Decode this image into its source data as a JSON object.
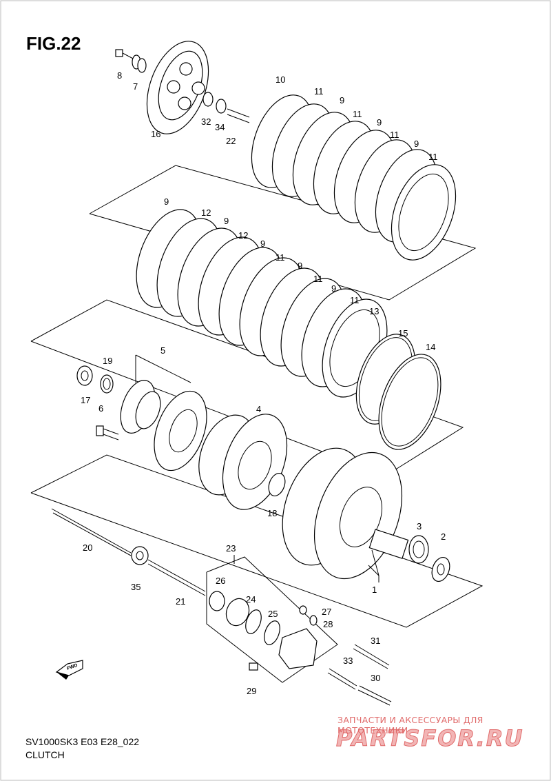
{
  "figure": {
    "title": "FIG.22",
    "model_code": "SV1000SK3 E03 E28_022",
    "group_name": "CLUTCH"
  },
  "watermark": {
    "tagline": "ЗАПЧАСТИ И АКСЕССУАРЫ ДЛЯ МОТОТЕХНИКИ",
    "brand": "PARTSFOR.RU",
    "color": "#e06a6a"
  },
  "fwd_badge": "FWD",
  "callouts": {
    "c1": "1",
    "c2": "2",
    "c3": "3",
    "c4": "4",
    "c5": "5",
    "c6": "6",
    "c7": "7",
    "c8": "8",
    "c9a": "9",
    "c9b": "9",
    "c9c": "9",
    "c9d": "9",
    "c9e": "9",
    "c9f": "9",
    "c9g": "9",
    "c9h": "9",
    "c10": "10",
    "c11a": "11",
    "c11b": "11",
    "c11c": "11",
    "c11d": "11",
    "c11e": "11",
    "c11f": "11",
    "c11g": "11",
    "c12a": "12",
    "c12b": "12",
    "c13": "13",
    "c14": "14",
    "c15": "15",
    "c16": "16",
    "c17": "17",
    "c18": "18",
    "c19": "19",
    "c20": "20",
    "c21": "21",
    "c22": "22",
    "c23": "23",
    "c24": "24",
    "c25": "25",
    "c26": "26",
    "c27": "27",
    "c28": "28",
    "c29": "29",
    "c30": "30",
    "c31": "31",
    "c32": "32",
    "c33": "33",
    "c34": "34",
    "c35": "35"
  }
}
